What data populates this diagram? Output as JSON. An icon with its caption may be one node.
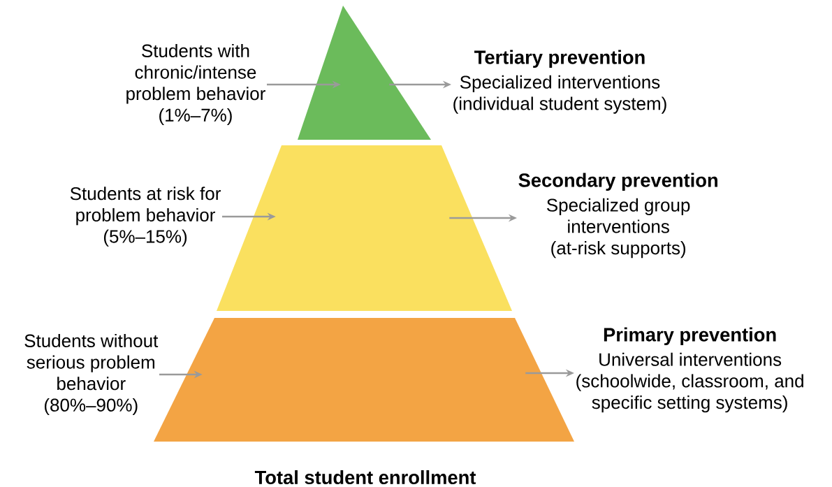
{
  "diagram": {
    "caption": "Total student enrollment",
    "nodes": [
      {
        "text": [],
        "shape": "triangle"
      },
      {
        "text": [
          "Students with chronic/intense problem behavior (1%–7%)"
        ]
      },
      {
        "text": [
          "Tertiary prevention",
          "Specialized interventions (individual student system)"
        ]
      },
      {
        "text": [],
        "shape": "trapezoid"
      },
      {
        "text": [
          "Students at risk for problem behavior (5%–15%)"
        ]
      },
      {
        "text": [
          "Secondary prevention",
          "Specialized group interventions (at-risk supports)"
        ]
      },
      {
        "text": [],
        "shape": "trapezoid"
      },
      {
        "text": [
          "Students without serious problem behavior (80%–90%)"
        ]
      },
      {
        "text": [
          "Primary prevention",
          "Universal interventions (schoolwide, classroom, and specific setting systems)"
        ]
      }
    ],
    "edges": [
      {
        "from": 1,
        "to": 0,
        "arrow": "to"
      },
      {
        "from": 0,
        "to": 2,
        "arrow": "to"
      },
      {
        "from": 4,
        "to": 3,
        "arrow": "to"
      },
      {
        "from": 3,
        "to": 5,
        "arrow": "to"
      },
      {
        "from": 7,
        "to": 6,
        "arrow": "to"
      },
      {
        "from": 6,
        "to": 8,
        "arrow": "to"
      }
    ]
  }
}
